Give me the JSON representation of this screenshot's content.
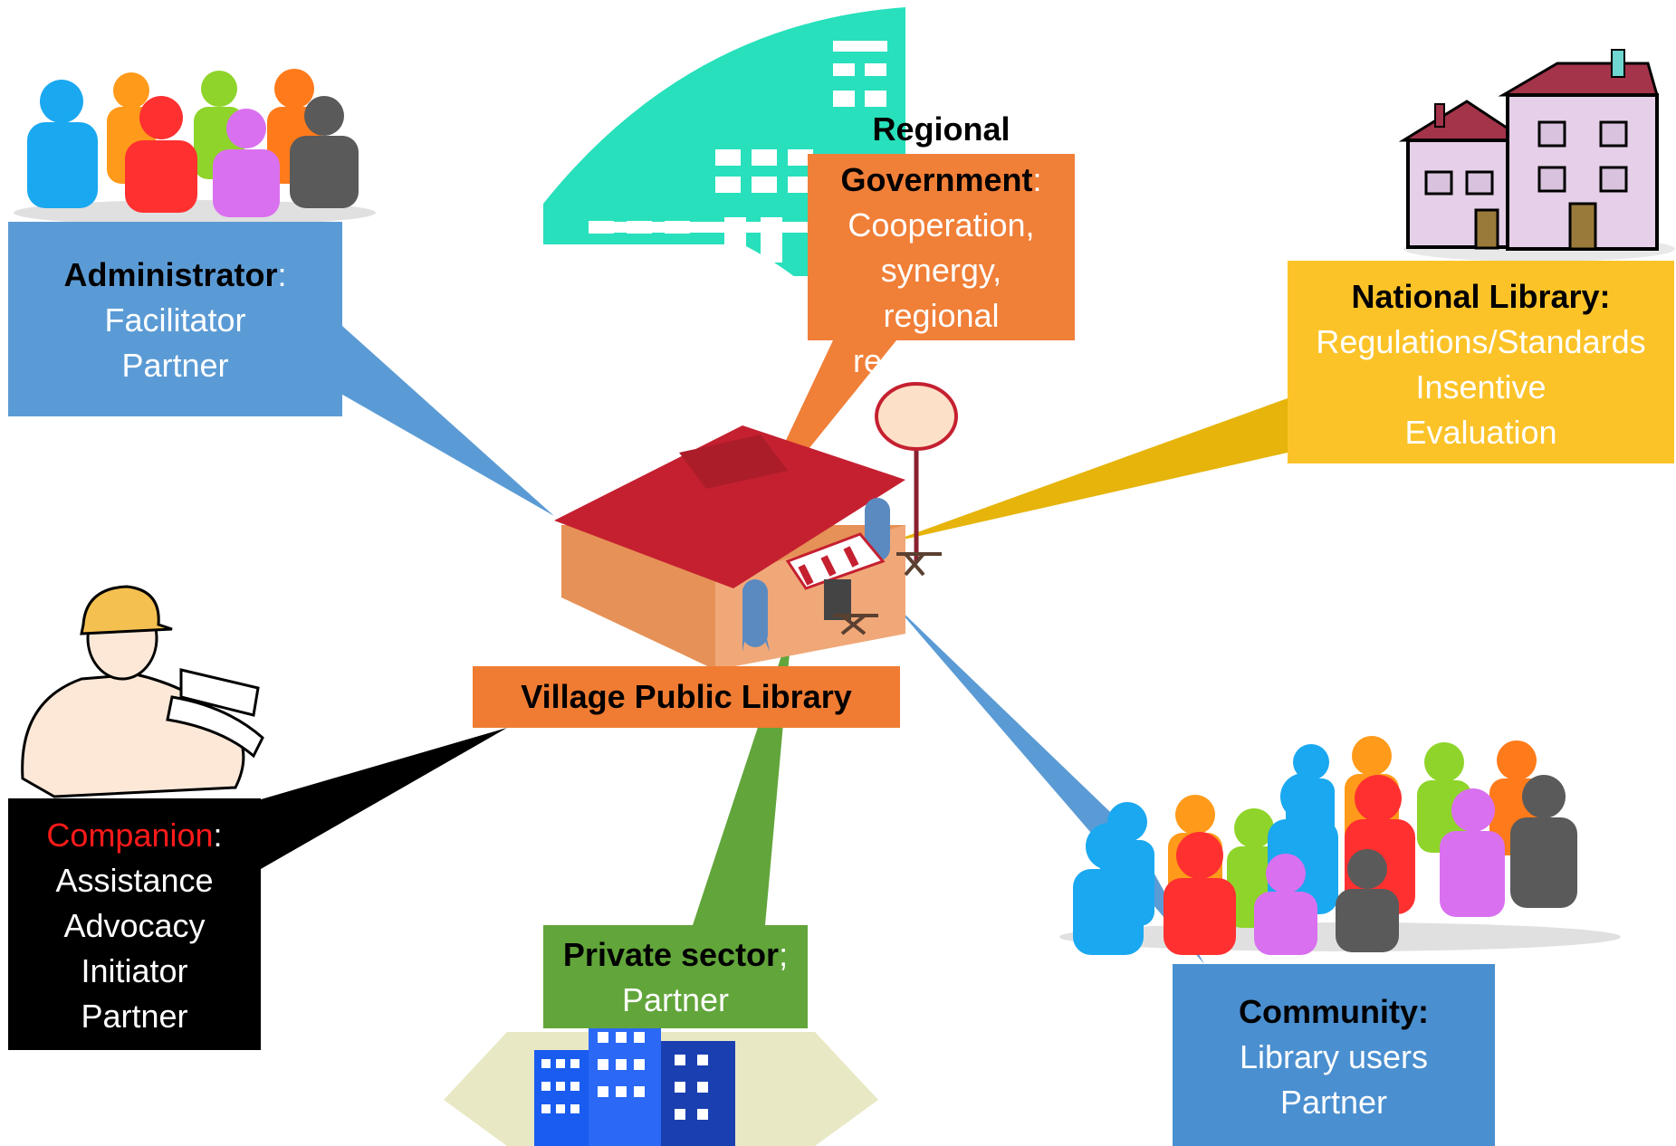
{
  "center": {
    "title": "Village Public Library"
  },
  "administrator": {
    "title": "Administrator",
    "colon": ":",
    "lines": [
      "Facilitator",
      "Partner"
    ]
  },
  "regional_government": {
    "title_line1": "Regional",
    "title_line2": "Government",
    "colon": ":",
    "lines": [
      "Cooperation,",
      "synergy,",
      "regional",
      "reg"
    ]
  },
  "national_library": {
    "title": "National Library:",
    "lines": [
      "Regulations/Standards",
      "Insentive",
      "Evaluation"
    ]
  },
  "companion": {
    "title": "Companion",
    "colon": ":",
    "lines": [
      "Assistance",
      "Advocacy",
      "Initiator",
      "Partner"
    ]
  },
  "private_sector": {
    "title": "Private sector",
    "colon": ";",
    "lines": [
      "Partner"
    ]
  },
  "community": {
    "title": "Community:",
    "lines": [
      "Library users",
      "Partner"
    ]
  },
  "colors": {
    "administrator": "#5b9bd5",
    "regional_government": "#f07f38",
    "national_library": "#fcc329",
    "village": "#ef7c32",
    "companion": "#000000",
    "private_sector": "#62a53b",
    "community": "#4a8fd0"
  },
  "icons": [
    "people-group-icon",
    "office-building-icon",
    "house-icon",
    "library-building-icon",
    "engineer-woman-icon",
    "skyscraper-icon"
  ]
}
